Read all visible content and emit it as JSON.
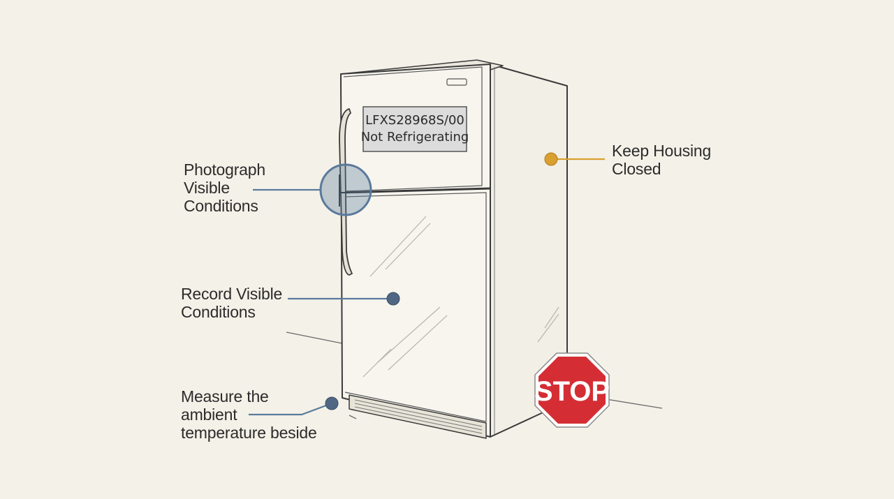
{
  "fridge_label": {
    "model": "LFXS28968S/00",
    "status": "Not Refrigerating"
  },
  "callouts": {
    "photograph": "Photograph\nVisible\nConditions",
    "record": "Record Visible\nConditions",
    "measure": "Measure the\nambient\ntemperature beside",
    "housing": "Keep Housing\nClosed"
  },
  "stop_sign": {
    "text": "STOP",
    "color": "#d42e34"
  },
  "colors": {
    "background": "#f4f1e8",
    "blue_marker": "#5a7a9c",
    "orange_marker": "#d9a030",
    "outline": "#3a3a3a"
  },
  "icons": {
    "marker_dot": "circle",
    "magnifier": "magnifier-lens-icon",
    "stop": "stop-sign-icon"
  }
}
